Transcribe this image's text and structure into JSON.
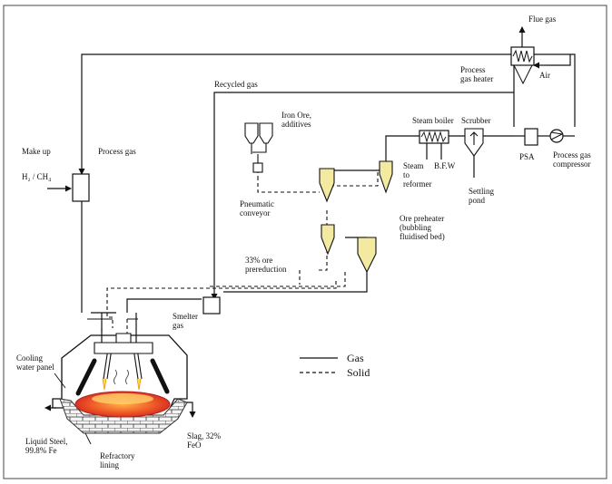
{
  "labels": {
    "flue_gas": "Flue gas",
    "air": "Air",
    "process_gas_heater_1": "Process",
    "process_gas_heater_2": "gas heater",
    "recycled_gas": "Recycled gas",
    "iron_ore_1": "Iron Ore,",
    "iron_ore_2": "additives",
    "steam_boiler": "Steam boiler",
    "scrubber": "Scrubber",
    "make_up": "Make up",
    "h2_ch4": "H₂ / CH₄",
    "process_gas": "Process gas",
    "steam_1": "Steam",
    "steam_2": "to",
    "steam_3": "reformer",
    "bfw": "B.F.W",
    "psa": "PSA",
    "compressor_1": "Process gas",
    "compressor_2": "compressor",
    "pneumatic_1": "Pneumatic",
    "pneumatic_2": "conveyor",
    "settling_1": "Settling",
    "settling_2": "pond",
    "ore_preheater_1": "Ore preheater",
    "ore_preheater_2": "(bubbling",
    "ore_preheater_3": "fluidised bed)",
    "prereduction_1": "33% ore",
    "prereduction_2": "prereduction",
    "smelter_gas_1": "Smelter",
    "smelter_gas_2": "gas",
    "cooling_1": "Cooling",
    "cooling_2": "water panel",
    "liquid_steel_1": "Liquid Steel,",
    "liquid_steel_2": "99.8% Fe",
    "refractory_1": "Refractory",
    "refractory_2": "lining",
    "slag_1": "Slag, 32%",
    "slag_2": "FeO"
  },
  "legend": {
    "gas": "Gas",
    "solid": "Solid"
  },
  "colors": {
    "line": "#111111",
    "cyclone_fill": "#f3e9a0",
    "melt_hot": "#e23a2c",
    "melt_glow": "#ff9a3c",
    "brick": "#f4f4f4"
  }
}
